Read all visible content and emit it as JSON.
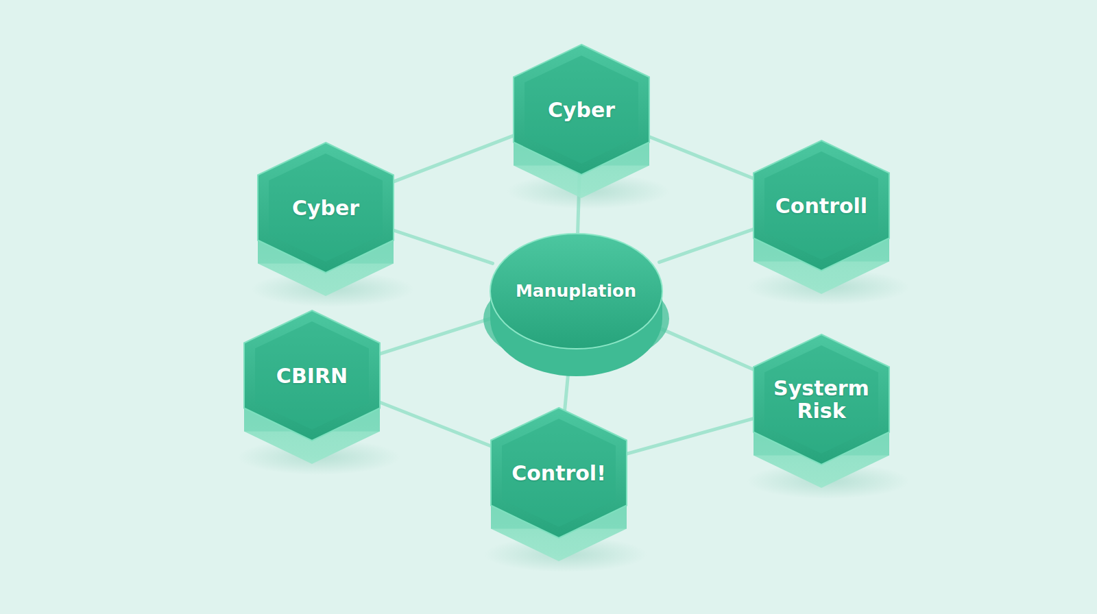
{
  "diagram": {
    "nodes": [
      {
        "text": [
          "Cyber"
        ]
      },
      {
        "text": [
          "Cyber"
        ]
      },
      {
        "text": [
          "Controll"
        ]
      },
      {
        "text": [
          "Manuplation"
        ]
      },
      {
        "text": [
          "CBIRN"
        ]
      },
      {
        "text": [
          "Systerm Risk"
        ]
      },
      {
        "text": [
          "Control!"
        ]
      }
    ],
    "edges": [
      {
        "from": 0,
        "to": 1,
        "arrow": "none"
      },
      {
        "from": 0,
        "to": 2,
        "arrow": "none"
      },
      {
        "from": 0,
        "to": 3,
        "arrow": "none"
      },
      {
        "from": 1,
        "to": 3,
        "arrow": "none"
      },
      {
        "from": 2,
        "to": 3,
        "arrow": "none"
      },
      {
        "from": 4,
        "to": 3,
        "arrow": "none"
      },
      {
        "from": 5,
        "to": 3,
        "arrow": "none"
      },
      {
        "from": 6,
        "to": 3,
        "arrow": "none"
      },
      {
        "from": 4,
        "to": 6,
        "arrow": "none"
      },
      {
        "from": 6,
        "to": 5,
        "arrow": "none"
      }
    ]
  }
}
